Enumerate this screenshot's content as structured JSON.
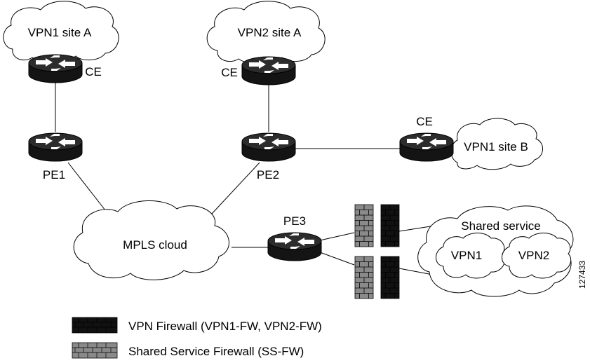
{
  "clouds": {
    "vpn1_site_a": "VPN1 site A",
    "vpn2_site_a": "VPN2 site A",
    "vpn1_site_b": "VPN1 site B",
    "mpls": "MPLS cloud",
    "shared_service": "Shared service",
    "vpn1": "VPN1",
    "vpn2": "VPN2"
  },
  "routers": {
    "ce1": "CE",
    "ce2": "CE",
    "ce3": "CE",
    "pe1": "PE1",
    "pe2": "PE2",
    "pe3": "PE3"
  },
  "legend": {
    "vpn_firewall": "VPN Firewall (VPN1-FW, VPN2-FW)",
    "shared_firewall": "Shared Service Firewall (SS-FW)"
  },
  "figure_id": "127433",
  "colors": {
    "vpn_firewall": "#111111",
    "shared_firewall": "#8a8a8a",
    "router": "#1a1a1a"
  }
}
